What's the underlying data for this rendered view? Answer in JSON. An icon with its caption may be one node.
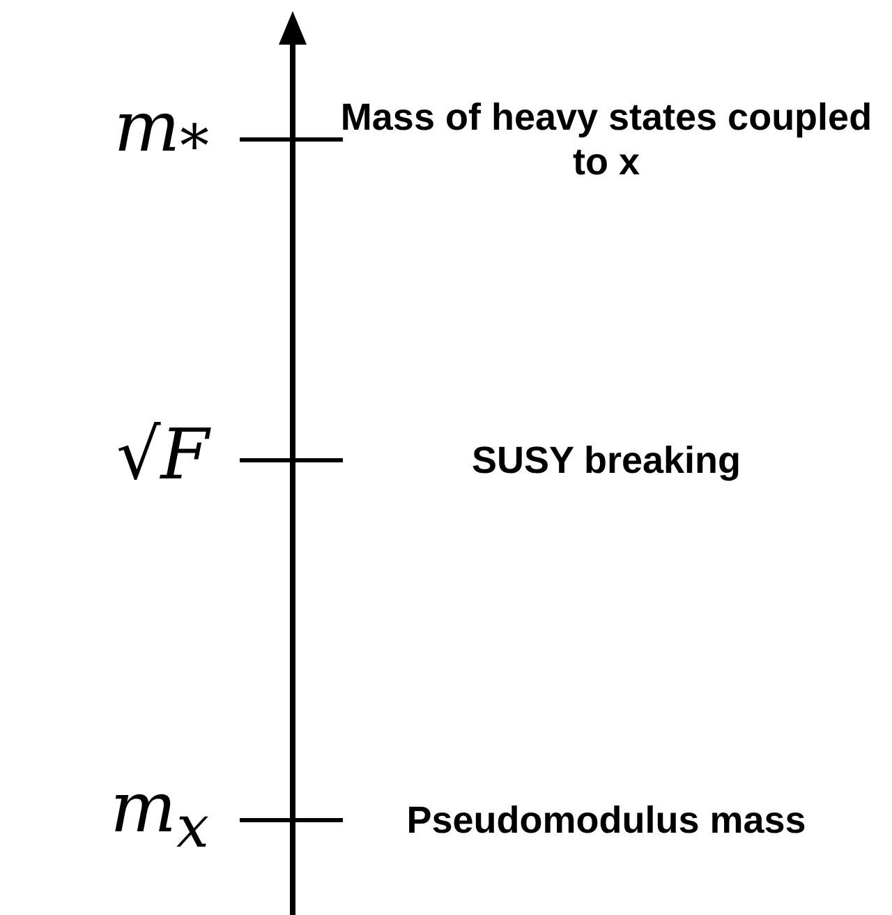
{
  "diagram": {
    "labels": [
      "m$_{*}$",
      "Mass of heavy states coupled to x",
      "√F",
      "SUSY breaking",
      "m$_{x}$",
      "Pseudomodulus mass"
    ]
  }
}
